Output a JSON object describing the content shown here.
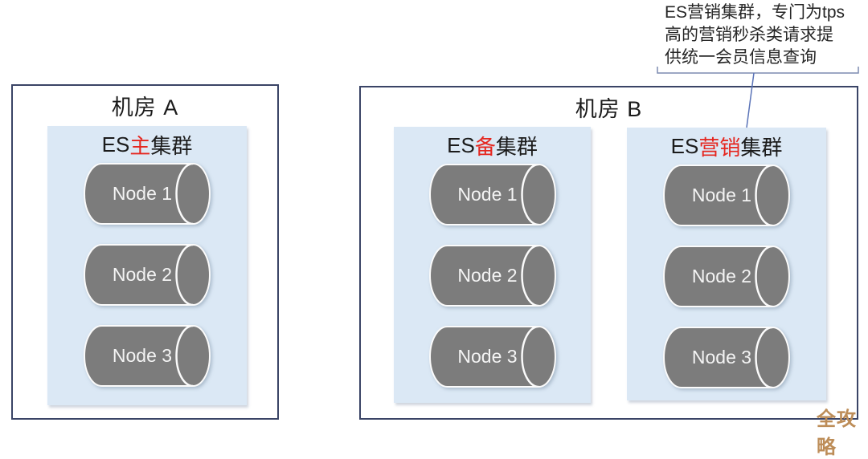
{
  "annotation": {
    "text": "ES营销集群，专门为tps\n高的营销秒杀类请求提\n供统一会员信息查询"
  },
  "rooms": [
    {
      "title": "机房 A",
      "clusters": [
        {
          "title_prefix": "ES ",
          "title_highlight": "主",
          "title_suffix": "集群",
          "nodes": [
            "Node 1",
            "Node 2",
            "Node 3"
          ]
        }
      ]
    },
    {
      "title": "机房 B",
      "clusters": [
        {
          "title_prefix": "ES ",
          "title_highlight": "备",
          "title_suffix": "集群",
          "nodes": [
            "Node 1",
            "Node 2",
            "Node 3"
          ]
        },
        {
          "title_prefix": "ES ",
          "title_highlight": "营销",
          "title_suffix": "集群",
          "nodes": [
            "Node 1",
            "Node 2",
            "Node 3"
          ]
        }
      ]
    }
  ],
  "watermark": "全攻略",
  "colors": {
    "room_border": "#3a4466",
    "cluster_background": "#dbe8f5",
    "cylinder_gray": "#7c7c7c",
    "highlight_red": "#e5261f",
    "connector_blue": "#5b74b8",
    "bracket_blue_gray": "#7d8bb0",
    "watermark_gold": "#bd8d58"
  }
}
